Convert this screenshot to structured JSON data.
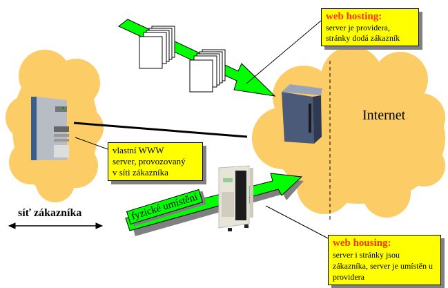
{
  "diagram": {
    "internet_label": "Internet",
    "customer_network_label": "síť zákazníka",
    "physical_placement_label": "fyzické umístění",
    "callouts": {
      "web_hosting": {
        "title": "web hosting:",
        "lines": [
          "server je providera,",
          "stránky dodá zákazník"
        ]
      },
      "own_server": {
        "lines": [
          "vlastní WWW",
          "server, provozovaný",
          "v síti zákazníka"
        ]
      },
      "web_housing": {
        "title": "web housing:",
        "lines": [
          "server i stránky jsou",
          "zákazníka, server je umístěn u",
          "providera"
        ]
      }
    },
    "colors": {
      "cloud": "#fccc66",
      "arrow": "#00ff00",
      "callout_bg": "#ffff00",
      "callout_title": "#ff3300",
      "shadow": "#808080"
    }
  }
}
